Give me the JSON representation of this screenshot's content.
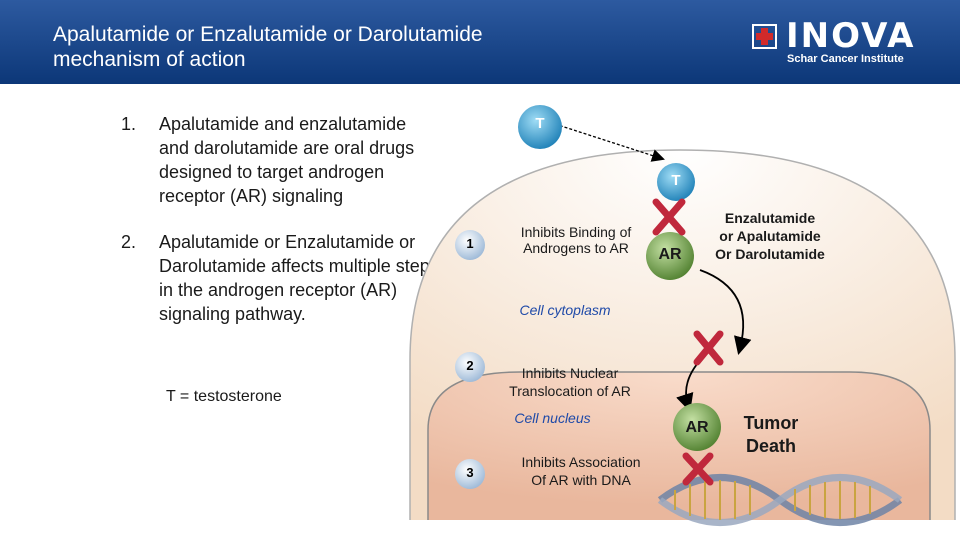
{
  "header": {
    "title_line1": "Apalutamide or Enzalutamide or Darolutamide",
    "title_line2": "mechanism of action",
    "logo_name": "INOVA",
    "logo_subtitle": "Schar Cancer Institute",
    "logo_icon": "cross-icon"
  },
  "bullets": [
    {
      "num": "1.",
      "text": "Apalutamide and enzalutamide and darolutamide are oral drugs designed to target androgen receptor (AR) signaling"
    },
    {
      "num": "2.",
      "text": "Apalutamide or Enzalutamide or Darolutamide affects multiple steps in the androgen receptor (AR) signaling pathway."
    }
  ],
  "note": "T = testosterone",
  "diagram": {
    "t_top": "T",
    "t_mid": "T",
    "step1_num": "1",
    "step1_text_l1": "Inhibits Binding of",
    "step1_text_l2": "Androgens to AR",
    "ar_label": "AR",
    "drug_l1": "Enzalutamide",
    "drug_l2": "or Apalutamide",
    "drug_l3": "Or Darolutamide",
    "cytoplasm": "Cell cytoplasm",
    "step2_num": "2",
    "step2_text_l1": "Inhibits Nuclear",
    "step2_text_l2": "Translocation of  AR",
    "nucleus": "Cell nucleus",
    "ar_label2": "AR",
    "tumor_l1": "Tumor",
    "tumor_l2": "Death",
    "step3_num": "3",
    "step3_text_l1": "Inhibits Association",
    "step3_text_l2": "Of AR with DNA",
    "colors": {
      "x_mark": "#c0283c",
      "t_circle": "#1f8fc2",
      "ar_circle": "#5d8a3a",
      "cell": "#f7e4cf",
      "nucleus": "#f0c7b0"
    }
  }
}
